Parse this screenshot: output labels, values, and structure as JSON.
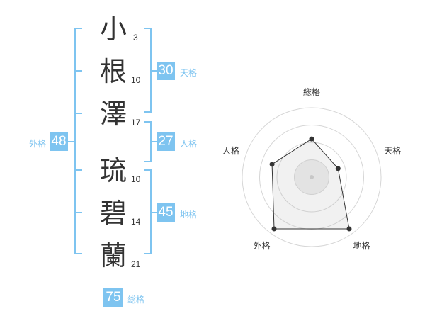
{
  "name": {
    "chars": [
      {
        "char": "小",
        "strokes": "3"
      },
      {
        "char": "根",
        "strokes": "10"
      },
      {
        "char": "澤",
        "strokes": "17"
      },
      {
        "char": "琉",
        "strokes": "10"
      },
      {
        "char": "碧",
        "strokes": "14"
      },
      {
        "char": "蘭",
        "strokes": "21"
      }
    ]
  },
  "scores": {
    "tenkaku": {
      "value": "30",
      "label": "天格"
    },
    "jinkaku": {
      "value": "27",
      "label": "人格"
    },
    "chikaku": {
      "value": "45",
      "label": "地格"
    },
    "gaikaku": {
      "value": "48",
      "label": "外格"
    },
    "soukaku": {
      "value": "75",
      "label": "総格"
    }
  },
  "colors": {
    "accent": "#7ec4f0",
    "text": "#333333",
    "grid": "#d6d6d6"
  },
  "chart_data": {
    "type": "radar",
    "axes": [
      "総格",
      "天格",
      "地格",
      "外格",
      "人格"
    ],
    "values": [
      0.55,
      0.4,
      0.92,
      0.92,
      0.6
    ],
    "rings": 4,
    "grid": true
  }
}
